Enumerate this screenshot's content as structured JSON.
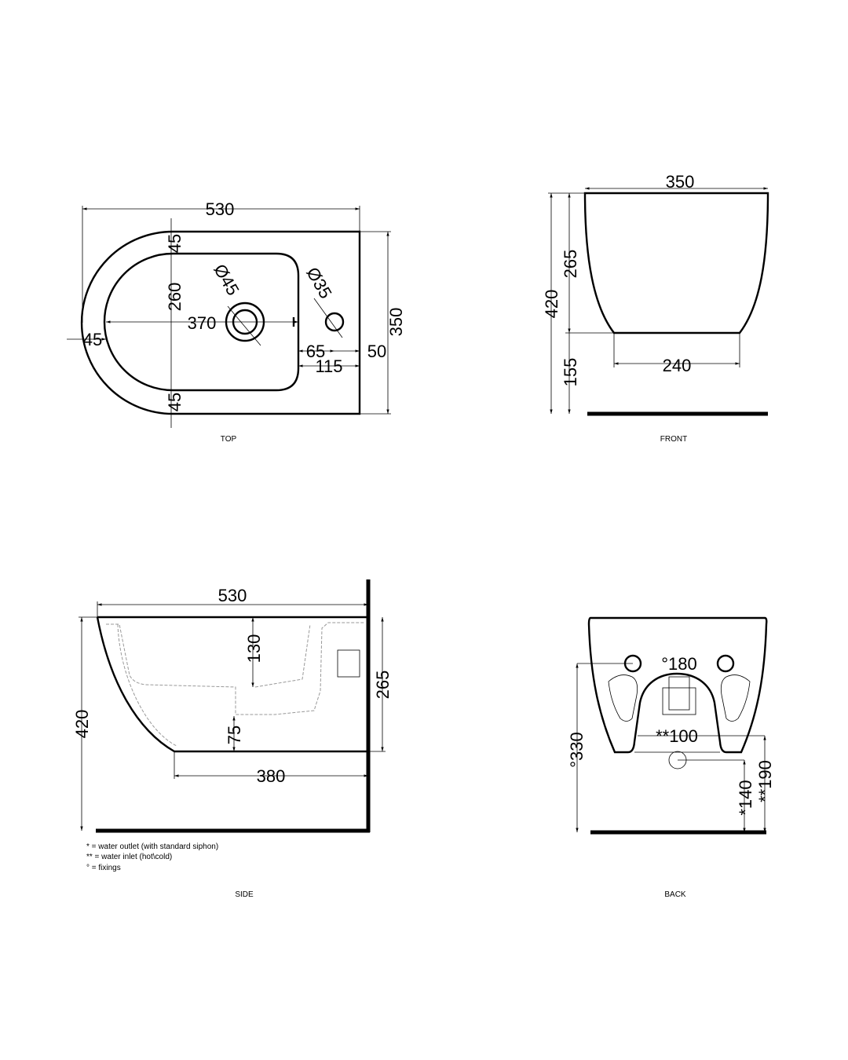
{
  "views": {
    "top": {
      "label": "TOP",
      "dims": {
        "length": "530",
        "width": "350",
        "rim_top": "45",
        "bowl_width": "260",
        "rim_bottom": "45",
        "bowl_length": "370",
        "rim_left": "45",
        "drain": "Ø45",
        "tap_hole": "Ø35",
        "d65": "65",
        "d115": "115",
        "d50": "50"
      }
    },
    "front": {
      "label": "FRONT",
      "dims": {
        "width": "350",
        "height": "420",
        "bowl_height": "265",
        "base_height": "155",
        "base_width": "240"
      }
    },
    "side": {
      "label": "SIDE",
      "dims": {
        "length": "530",
        "height": "420",
        "body_height": "265",
        "depth": "130",
        "outlet_height": "75",
        "base_length": "380"
      }
    },
    "back": {
      "label": "BACK",
      "dims": {
        "fixing_spacing": "°180",
        "inlet_spacing": "**100",
        "fixing_height": "°330",
        "outlet_height": "*140",
        "inlet_height": "**190"
      }
    }
  },
  "legend": [
    "* = water outlet (with standard siphon)",
    "** = water inlet (hot\\cold)",
    "° = fixings"
  ]
}
